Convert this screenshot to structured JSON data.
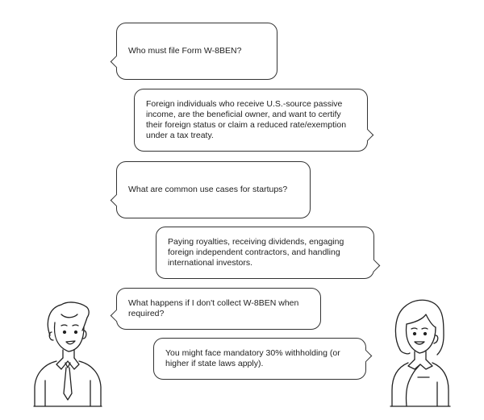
{
  "conversation": {
    "messages": [
      {
        "speaker": "man",
        "side": "left",
        "text": "Who must file Form W-8BEN?"
      },
      {
        "speaker": "woman",
        "side": "right",
        "text": "Foreign individuals who receive U.S.-source passive income, are the beneficial owner, and want to certify their foreign status or claim a reduced rate/exemption under a tax treaty."
      },
      {
        "speaker": "man",
        "side": "left",
        "text": "What are common use cases for startups?"
      },
      {
        "speaker": "woman",
        "side": "right",
        "text": "Paying royalties, receiving dividends, engaging foreign independent contractors, and handling international investors."
      },
      {
        "speaker": "man",
        "side": "left",
        "text": "What happens if I don't collect W-8BEN when required?"
      },
      {
        "speaker": "woman",
        "side": "right",
        "text": "You might face mandatory 30% withholding (or higher if state laws apply)."
      }
    ]
  },
  "characters": {
    "left": {
      "icon": "man-with-tie-icon"
    },
    "right": {
      "icon": "woman-with-collar-icon"
    }
  }
}
